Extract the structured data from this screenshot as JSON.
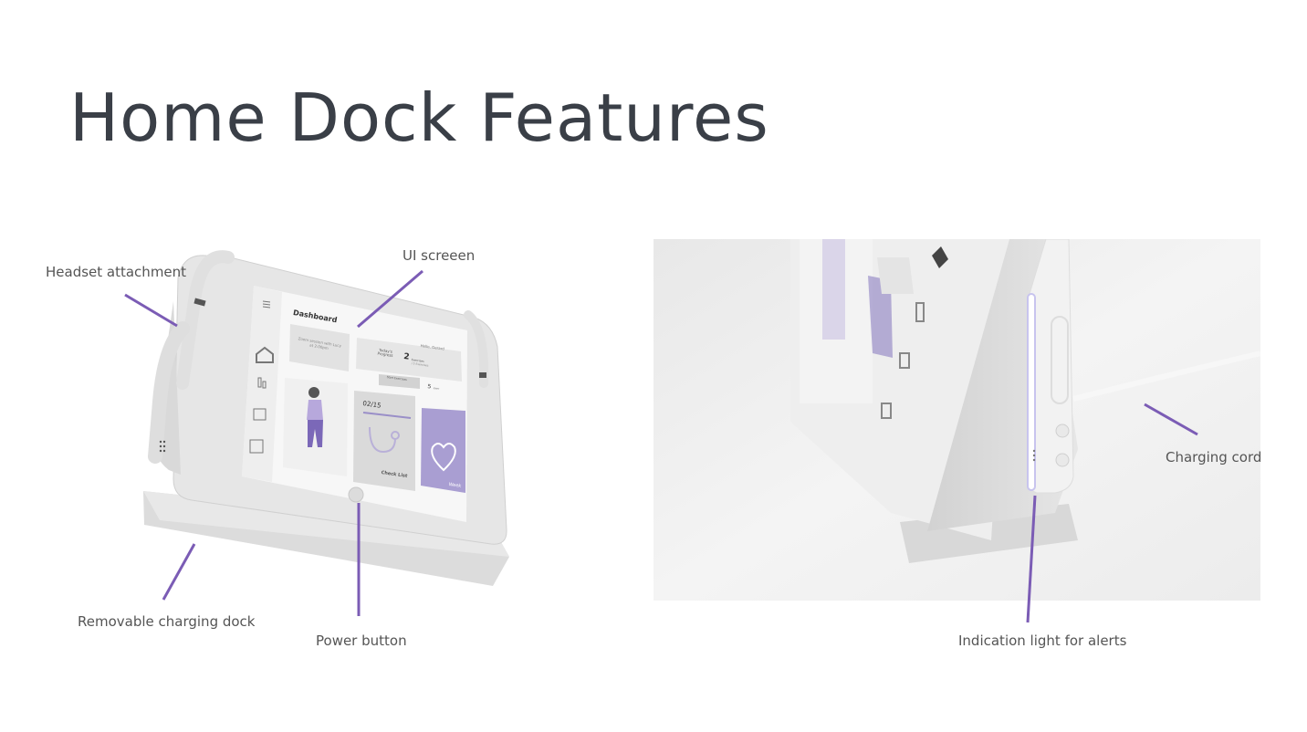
{
  "page": {
    "title": "Home Dock Features"
  },
  "callouts": {
    "headset": "Headset attachment",
    "ui_screen": "UI screeen",
    "dock": "Removable charging dock",
    "power": "Power button",
    "charging_cord": "Charging cord",
    "indication_light": "Indication light for alerts"
  },
  "device_screen": {
    "header": "Dashboard",
    "greeting": "Hello, Gerard",
    "session_card": "Zoom session with Lucy at 2:00pm",
    "progress_label": "Today's Progress",
    "progress_count": "2",
    "progress_unit": "Exercises",
    "progress_sub": "/ 5 Exercises",
    "start_button": "Start Exercises",
    "remaining": "5",
    "remaining_unit": "exer",
    "counter": "02/15",
    "checklist": "Check List",
    "tile_label": "Week"
  },
  "colors": {
    "accent": "#7b5cb5",
    "title": "#3a3f47",
    "device": "#e3e3e3"
  }
}
